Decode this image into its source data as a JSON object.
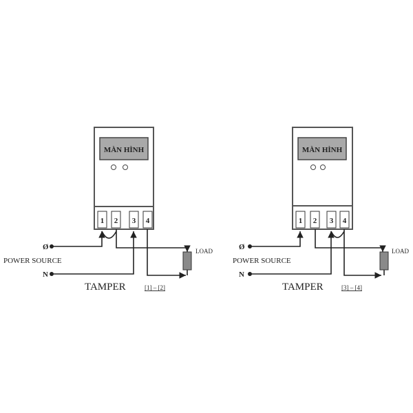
{
  "diagrams": [
    {
      "display_label": "MÀN HÌNH",
      "terminals": [
        "1",
        "2",
        "3",
        "4"
      ],
      "phase_label": "Ø",
      "neutral_label": "N",
      "power_label": "POWER SOURCE",
      "load_label": "LOAD",
      "title": "TAMPER",
      "jumper_label": "[1] – [2]"
    },
    {
      "display_label": "MÀN HÌNH",
      "terminals": [
        "1",
        "2",
        "3",
        "4"
      ],
      "phase_label": "Ø",
      "neutral_label": "N",
      "power_label": "POWER SOURCE",
      "load_label": "LOAD",
      "title": "TAMPER",
      "jumper_label": "[3] – [4]"
    }
  ],
  "colors": {
    "display": "#a9a9a9",
    "load": "#8a8a8a",
    "line": "#222222"
  }
}
